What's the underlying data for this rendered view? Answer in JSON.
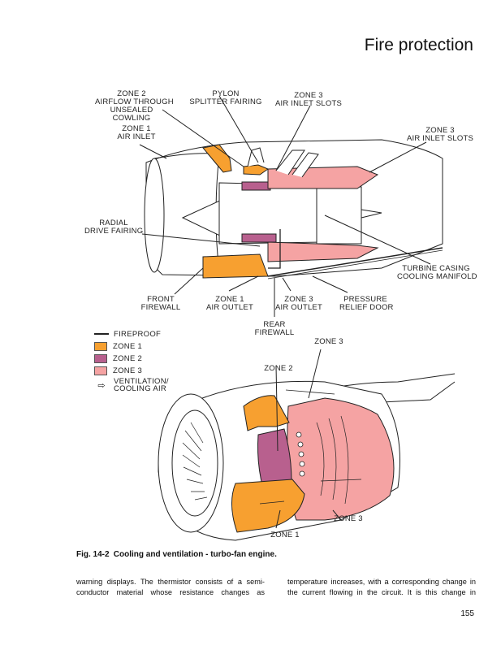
{
  "header": {
    "title": "Fire protection"
  },
  "figure": {
    "top_diagram_labels": {
      "zone2_airflow": "ZONE 2\nAIRFLOW THROUGH\nUNSEALED\nCOWLING",
      "pylon": "PYLON\nSPLITTER FAIRING",
      "zone3_inlet_top": "ZONE 3\nAIR INLET SLOTS",
      "zone1_inlet": "ZONE 1\nAIR INLET",
      "zone3_inlet_right": "ZONE 3\nAIR INLET SLOTS",
      "radial_drive": "RADIAL\nDRIVE FAIRING",
      "turbine_manifold": "TURBINE CASING\nCOOLING MANIFOLD",
      "front_firewall": "FRONT\nFIREWALL",
      "zone1_outlet": "ZONE 1\nAIR OUTLET",
      "zone3_outlet": "ZONE 3\nAIR OUTLET",
      "pressure_relief": "PRESSURE\nRELIEF DOOR",
      "rear_firewall": "REAR\nFIREWALL"
    },
    "bottom_diagram_labels": {
      "zone3_top": "ZONE 3",
      "zone2": "ZONE 2",
      "zone3_bottom": "ZONE 3",
      "zone1": "ZONE 1"
    },
    "legend": {
      "items": [
        {
          "icon": "line",
          "label": "FIREPROOF"
        },
        {
          "icon": "swatch",
          "label": "ZONE 1",
          "color": "#f7a030"
        },
        {
          "icon": "swatch",
          "label": "ZONE 2",
          "color": "#b8608e"
        },
        {
          "icon": "swatch",
          "label": "ZONE 3",
          "color": "#f5a3a3"
        },
        {
          "icon": "arrow",
          "label": "VENTILATION/\nCOOLING AIR"
        }
      ]
    },
    "colors": {
      "zone1": "#f7a030",
      "zone2": "#b8608e",
      "zone3": "#f5a3a3",
      "outline": "#222222"
    }
  },
  "caption": {
    "number": "Fig. 14-2",
    "text": "Cooling and ventilation - turbo-fan engine."
  },
  "body": {
    "left_column": "warning displays. The thermistor consists of a semi-conductor material whose resistance changes as",
    "right_column": "temperature increases, with a corresponding change in the current flowing in the circuit. It is this change in"
  },
  "page_number": "155"
}
